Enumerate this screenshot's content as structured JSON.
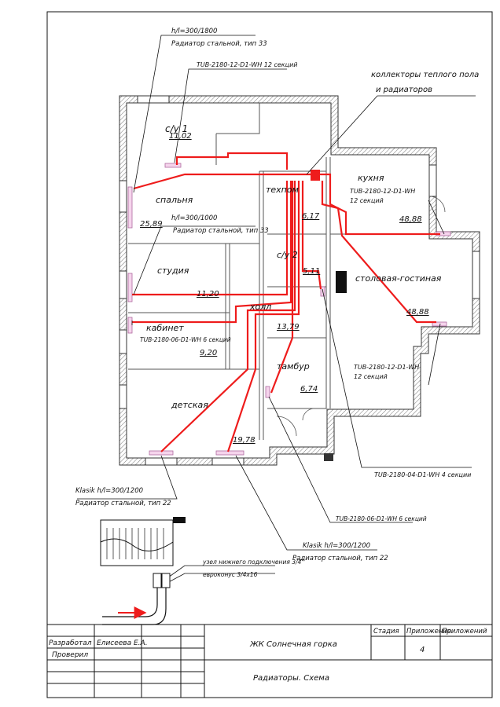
{
  "drawing": {
    "collectors_label_line1": "коллекторы теплого пола",
    "collectors_label_line2": "и радиаторов",
    "rooms": {
      "su1": "с/у 1",
      "su1_area": "11,02",
      "bedroom": "спальня",
      "bedroom_area": "25,89",
      "technical": "техпом",
      "technical_area": "6,17",
      "kitchen": "кухня",
      "kitchen_area": "48,88",
      "studio": "студия",
      "studio_area": "11,20",
      "su2": "с/у 2",
      "su2_area": "5,11",
      "living": "столовая-гостиная",
      "living_area": "48,88",
      "hall": "холл",
      "hall_area": "13,79",
      "cabinet": "кабинет",
      "cabinet_area": "9,20",
      "vestibule": "тамбур",
      "vestibule_area": "6,74",
      "kids": "детская",
      "kids_area": "19,78"
    },
    "callouts": {
      "rad_su1_hl": "h/l=300/1800",
      "rad_su1_type": "Радиатор стальной, тип 33",
      "tub_su1": "TUB-2180-12-D1-WH 12 секций",
      "tub_kitchen_l1": "TUB-2180-12-D1-WH",
      "tub_kitchen_l2": "12 секций",
      "rad_bed_hl": "h/l=300/1000",
      "rad_bed_type": "Радиатор стальной, тип 33",
      "tub_cab_l1": "TUB-2180-06-D1-WH 6 секций",
      "tub_living_l1": "TUB-2180-12-D1-WH",
      "tub_living_l2": "12 секций",
      "tub_su2": "TUB-2180-04-D1-WH 4 секции",
      "klasik_left_hl": "Klasik h/l=300/1200",
      "klasik_left_type": "Радиатор стальной, тип 22",
      "tub_vest": "TUB-2180-06-D1-WH 6 секций",
      "klasik_right_hl": "Klasik h/l=300/1200",
      "klasik_right_type": "Радиатор стальной, тип 22",
      "node_label": "узел нижнего подключения 3/4\"",
      "eurocone": "евроконус 3/4х16"
    }
  },
  "title_block": {
    "developed_label": "Разработал",
    "developer_name": "Елисеева Е.А.",
    "checked_label": "Проверил",
    "project": "ЖК Солнечная горка",
    "sheet_title": "Радиаторы. Схема",
    "stage_label": "Стадия",
    "appendix_label": "Приложение",
    "appendices_label": "Приложений",
    "appendix_value": "4"
  },
  "colors": {
    "pipe": "#ee1c1c",
    "radiator": "#f5d4ec",
    "wall_hatch": "#888888"
  }
}
